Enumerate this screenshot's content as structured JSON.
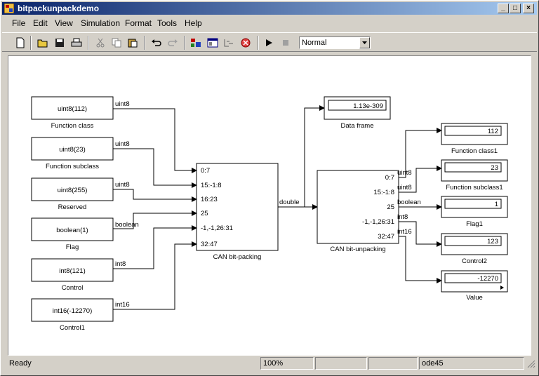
{
  "window": {
    "title": "bitpackunpackdemo"
  },
  "menu": [
    "File",
    "Edit",
    "View",
    "Simulation",
    "Format",
    "Tools",
    "Help"
  ],
  "toolbar": {
    "mode": "Normal"
  },
  "blocks": {
    "src_function_class": {
      "text": "uint8(112)",
      "caption": "Function class"
    },
    "src_function_subclass": {
      "text": "uint8(23)",
      "caption": "Function subclass"
    },
    "src_reserved": {
      "text": "uint8(255)",
      "caption": "Reserved"
    },
    "src_flag": {
      "text": "boolean(1)",
      "caption": "Flag"
    },
    "src_control": {
      "text": "int8(121)",
      "caption": "Control"
    },
    "src_control1": {
      "text": "int16(-12270)",
      "caption": "Control1"
    },
    "pack": {
      "caption": "CAN bit-packing",
      "ports": [
        "0:7",
        "15:-1:8",
        "16:23",
        "25",
        "-1,-1,26:31",
        "32:47"
      ]
    },
    "unpack": {
      "caption": "CAN bit-unpacking",
      "ports": [
        "0:7",
        "15:-1:8",
        "25",
        "-1,-1,26:31",
        "32:47"
      ]
    },
    "data_frame": {
      "value": "1.13e-309",
      "caption": "Data frame"
    },
    "disp_function_class1": {
      "value": "112",
      "caption": "Function class1"
    },
    "disp_function_subclass1": {
      "value": "23",
      "caption": "Function subclass1"
    },
    "disp_flag1": {
      "value": "1",
      "caption": "Flag1"
    },
    "disp_control2": {
      "value": "123",
      "caption": "Control2"
    },
    "disp_value": {
      "value": "-12270",
      "caption": "Value"
    }
  },
  "signals": {
    "s1": "uint8",
    "s2": "uint8",
    "s3": "uint8",
    "s4": "boolean",
    "s5": "int8",
    "s6": "int16",
    "packed": "double",
    "o1": "uint8",
    "o2": "uint8",
    "o3": "boolean",
    "o4": "int8",
    "o5": "int16"
  },
  "status": {
    "text": "Ready",
    "zoom": "100%",
    "solver": "ode45"
  }
}
